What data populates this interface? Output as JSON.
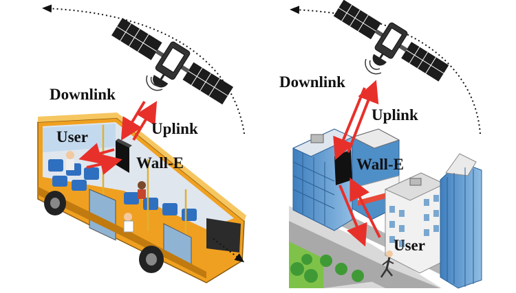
{
  "left_scene": {
    "labels": {
      "downlink": "Downlink",
      "uplink": "Uplink",
      "user": "User",
      "walle": "Wall-E"
    }
  },
  "right_scene": {
    "labels": {
      "downlink": "Downlink",
      "uplink": "Uplink",
      "user": "User",
      "walle": "Wall-E"
    }
  },
  "colors": {
    "arrow": "#e8302a",
    "bus_body": "#f0a020",
    "bus_interior": "#2f6fc0",
    "satellite_panel": "#1c1c1c",
    "building_glass": "#4f8fc8",
    "road": "#a9a9a9",
    "grass": "#7fc24a",
    "tree": "#3f9a36"
  }
}
